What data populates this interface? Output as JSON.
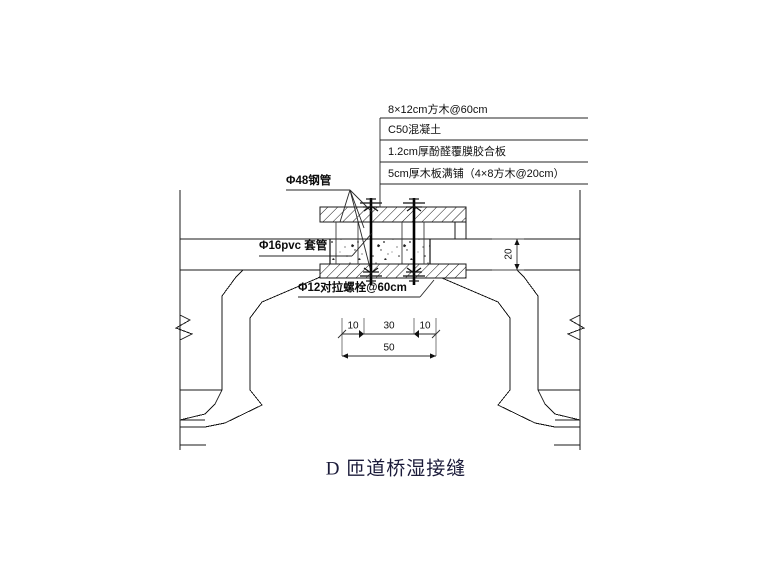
{
  "drawing": {
    "title": "D 匝道桥湿接缝",
    "callouts": {
      "steel_pipe": "Φ48钢管",
      "pvc_sleeve": "Φ16pvc 套管",
      "tie_bolt": "Φ12对拉螺栓@60cm"
    },
    "layer_notes": [
      {
        "id": "timber-beam",
        "text": "8×12cm方木@60cm"
      },
      {
        "id": "concrete",
        "text": "C50混凝土"
      },
      {
        "id": "plywood",
        "text": "1.2cm厚酚醛覆膜胶合板"
      },
      {
        "id": "plank-deck",
        "text": "5cm厚木板满铺（4×8方木@20cm）"
      }
    ],
    "dimensions": {
      "chain": [
        "10",
        "30",
        "10"
      ],
      "total": "50",
      "depth": "20"
    },
    "colors": {
      "line": "#1a1a1a",
      "heavy": "#000000",
      "title": "#1b1b3a",
      "background": "#ffffff"
    }
  }
}
